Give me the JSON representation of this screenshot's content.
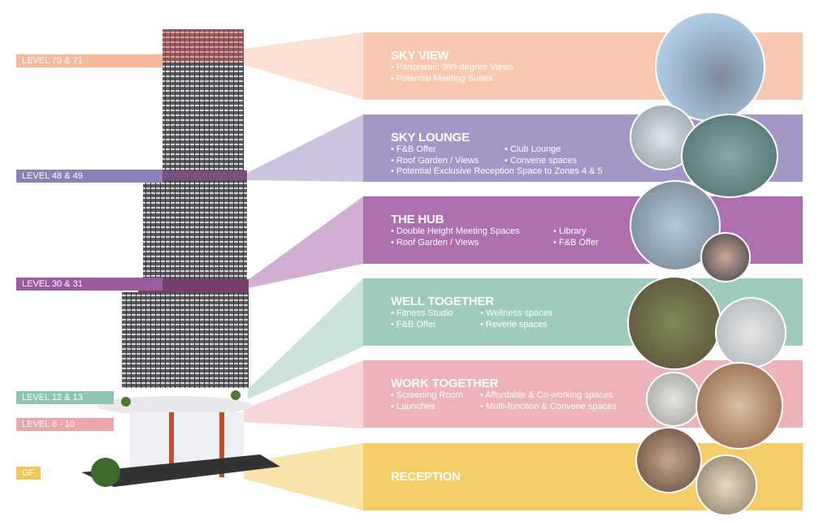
{
  "levels": [
    {
      "label": "LEVEL 70 & 71",
      "color": "#f6b99c"
    },
    {
      "label": "LEVEL 48 & 49",
      "color": "#8d7fb9"
    },
    {
      "label": "LEVEL 30 & 31",
      "color": "#9c5aa0"
    },
    {
      "label": "LEVEL 12 & 13",
      "color": "#8fc4b1"
    },
    {
      "label": "LEVEL 8 - 10",
      "color": "#eba5ad"
    },
    {
      "label": "GF",
      "color": "#f3c65a"
    }
  ],
  "zones": [
    {
      "title": "SKY VIEW",
      "color": "#f8c8b0",
      "col1": [
        "• Panoramic 360-degree Views",
        "• Potential Meeting Suites"
      ],
      "col2": []
    },
    {
      "title": "SKY LOUNGE",
      "color": "#a596c8",
      "col1": [
        "• F&B Offer",
        "• Roof Garden / Views",
        "• Potential Exclusive Reception Space to Zones 4 & 5"
      ],
      "col2": [
        "• Club Lounge",
        "• Convene spaces"
      ]
    },
    {
      "title": "THE HUB",
      "color": "#ad6fae",
      "col1": [
        "• Double Height Meeting Spaces",
        "• Roof Garden / Views"
      ],
      "col2": [
        "• Library",
        "• F&B Offer"
      ]
    },
    {
      "title": "WELL TOGETHER",
      "color": "#9fcbbc",
      "col1": [
        "• Fitness Studio",
        "• F&B Offer"
      ],
      "col2": [
        "• Wellness spaces",
        "• Reverie spaces"
      ]
    },
    {
      "title": "WORK TOGETHER",
      "color": "#eeb3b9",
      "col1": [
        "• Screening Room",
        "• Launches"
      ],
      "col2": [
        "• Affordable & Co-working spaces",
        "• Multi-function & Convene spaces"
      ]
    },
    {
      "title": "RECEPTION",
      "color": "#f4cd66",
      "col1": [],
      "col2": []
    }
  ]
}
